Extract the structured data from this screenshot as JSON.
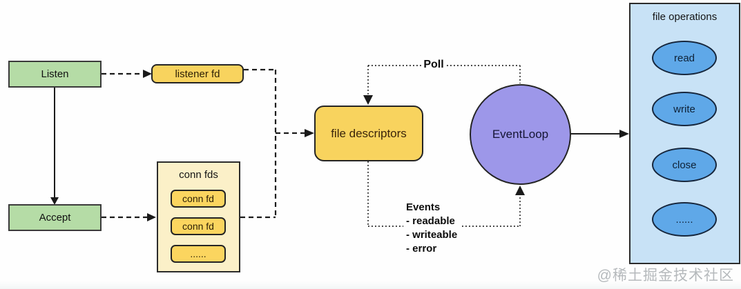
{
  "nodes": {
    "listen": "Listen",
    "accept": "Accept",
    "listener_fd": "listener fd",
    "conn_fds_title": "conn fds",
    "conn_fds_items": [
      "conn fd",
      "conn fd",
      "......"
    ],
    "file_descriptors": "file descriptors",
    "event_loop": "EventLoop",
    "file_operations_title": "file operations",
    "file_operations_items": [
      "read",
      "write",
      "close",
      "......"
    ]
  },
  "labels": {
    "poll": "Poll",
    "events_title": "Events",
    "events_items": [
      "- readable",
      "- writeable",
      "- error"
    ]
  },
  "watermark": "@稀土掘金技术社区",
  "colors": {
    "green_fill": "#b5dca6",
    "yellow_fill": "#f8d35e",
    "cream_fill": "#fbf0c8",
    "purple_fill": "#9d97e9",
    "panel_blue_fill": "#c8e2f6",
    "ellipse_blue_fill": "#5fa8e8",
    "line_color": "#1a1a1a"
  }
}
